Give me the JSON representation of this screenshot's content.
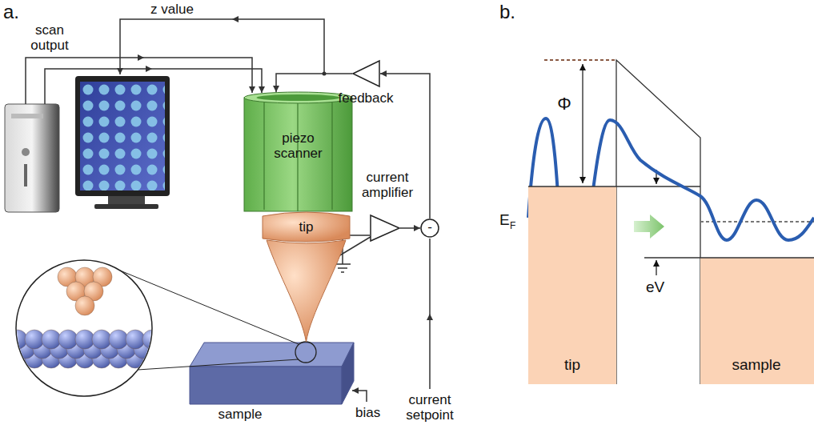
{
  "diagram": {
    "nodes": [
      {
        "text": [
          "piezo scanner"
        ]
      },
      {
        "text": [
          "tip"
        ]
      },
      {
        "text": [
          "sample"
        ]
      },
      {
        "text": [
          "feedback"
        ]
      },
      {
        "text": [
          "current amplifier"
        ]
      },
      {
        "text": [
          "-"
        ]
      },
      {
        "text": [
          "tip"
        ]
      },
      {
        "text": [
          "sample"
        ]
      }
    ],
    "edges": [
      {
        "from": 1,
        "to": 4,
        "arrow": "to"
      },
      {
        "from": 4,
        "to": 5,
        "arrow": "to"
      },
      {
        "from": 5,
        "to": 3,
        "arrow": "to"
      },
      {
        "from": 3,
        "to": 0,
        "arrow": "to"
      }
    ],
    "labels": [
      "a.",
      "b.",
      "scan output",
      "z value",
      "bias",
      "current setpoint",
      "Φ",
      "E",
      "F",
      "eV"
    ]
  }
}
